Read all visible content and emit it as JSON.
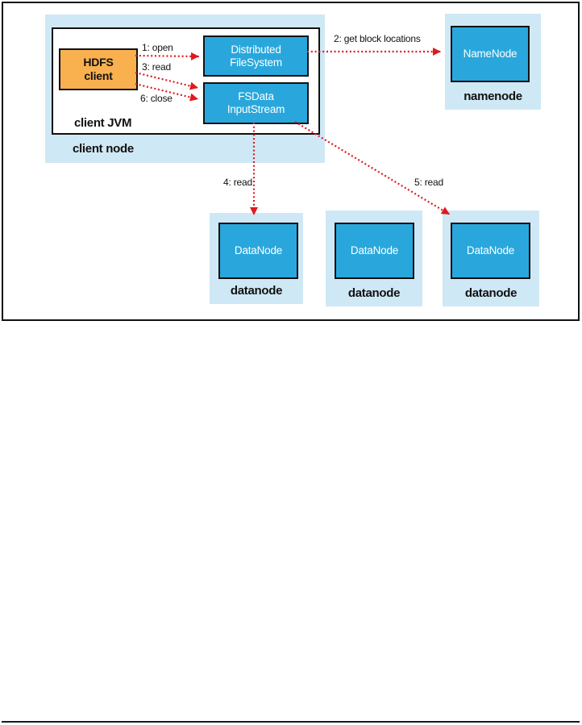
{
  "colors": {
    "node_fill": "#29a7dc",
    "container_fill": "#cfe8f5",
    "client_fill": "#f9b04f",
    "arrow_red": "#e0191f",
    "border": "#111111"
  },
  "diagram": {
    "client_node_label": "client node",
    "client_jvm_label": "client JVM",
    "hdfs_client": {
      "line1": "HDFS",
      "line2": "client"
    },
    "distributed_filesystem": {
      "line1": "Distributed",
      "line2": "FileSystem"
    },
    "fsdata_inputstream": {
      "line1": "FSData",
      "line2": "InputStream"
    },
    "namenode": {
      "box": "NameNode",
      "caption": "namenode"
    },
    "datanodes": {
      "box": "DataNode",
      "caption": "datanode"
    },
    "arrows": {
      "step1": "1: open",
      "step2": "2: get block locations",
      "step3": "3: read",
      "step4": "4: read",
      "step5": "5: read",
      "step6": "6: close"
    }
  }
}
